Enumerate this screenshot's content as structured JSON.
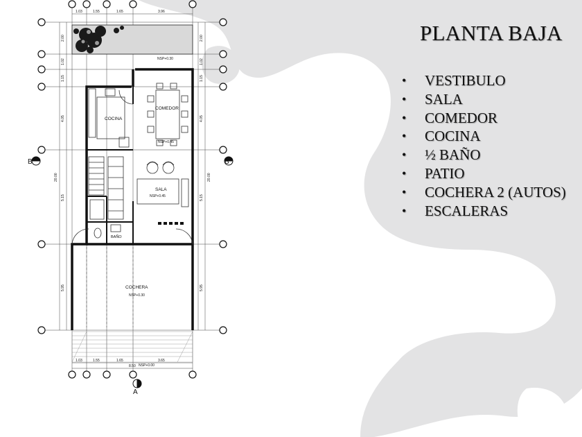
{
  "slide": {
    "title": "PLANTA BAJA",
    "items": [
      "VESTIBULO",
      "SALA",
      "COMEDOR",
      "COCINA",
      "½ BAÑO",
      "PATIO",
      "COCHERA 2 (AUTOS)",
      "ESCALERAS"
    ]
  },
  "plan": {
    "rooms": {
      "cocina": "COCINA",
      "comedor": "COMEDOR",
      "sala": "SALA",
      "bano": "BAÑO",
      "cochera": "COCHERA"
    },
    "levels": {
      "patio": "NSP+0.30",
      "comedor": "NSP+0.45",
      "sala": "NSP+0.45",
      "cochera": "NSP+0.30",
      "acceso": "NSP+0.00"
    },
    "dims": {
      "top": [
        "1.03",
        "1.55",
        "1.65",
        "3.96"
      ],
      "bottom": [
        "1.03",
        "1.55",
        "1.65",
        "3.65"
      ],
      "bottom_total": "8.50",
      "left": [
        "2.00",
        "1.02",
        "1.15",
        "4.05",
        "5.15",
        "5.95"
      ],
      "right": [
        "2.00",
        "1.02",
        "1.15",
        "4.05",
        "5.15",
        "5.95"
      ],
      "left_total": "20.00",
      "right_total": "20.00"
    },
    "section_marks": {
      "b_left": "B",
      "b_right": "B",
      "a_bottom": "A"
    },
    "colors": {
      "walls": "#111111",
      "background_blob": "#e3e3e4"
    }
  }
}
